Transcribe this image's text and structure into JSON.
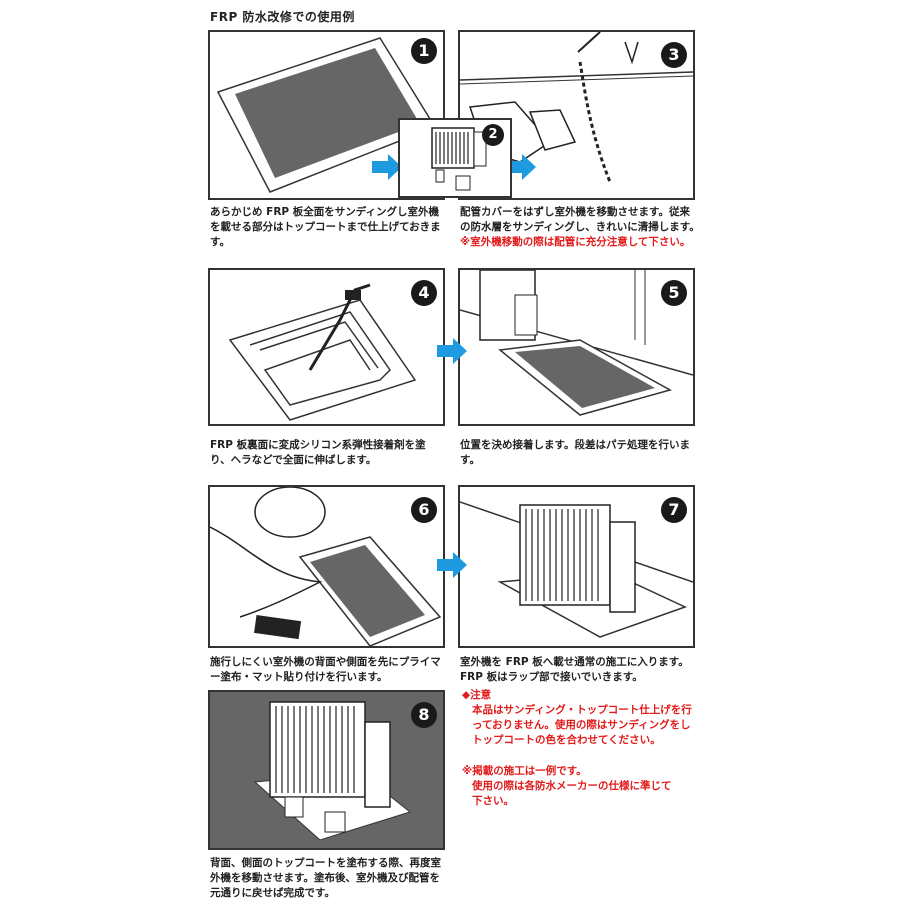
{
  "title": "FRP 防水改修での使用例",
  "steps": [
    {
      "num": "1",
      "text": "あらかじめ FRP 板全面をサンディングし室外機を載せる部分はトップコートまで仕上げておきます。"
    },
    {
      "num": "2",
      "text": ""
    },
    {
      "num": "3",
      "text": "配管カバーをはずし室外機を移動させます。従来の防水層をサンディングし、きれいに清掃します。",
      "warning": "※室外機移動の際は配管に充分注意して下さい。"
    },
    {
      "num": "4",
      "text": "FRP 板裏面に変成シリコン系弾性接着剤を塗り、ヘラなどで全面に伸ばします。"
    },
    {
      "num": "5",
      "text": "位置を決め接着します。段差はパテ処理を行います。"
    },
    {
      "num": "6",
      "text": "施行しにくい室外機の背面や側面を先にプライマー塗布・マット貼り付けを行います。"
    },
    {
      "num": "7",
      "text": "室外機を FRP 板へ載せ通常の施工に入ります。FRP 板はラップ部で接いでいきます。"
    },
    {
      "num": "8",
      "text": "背面、側面のトップコートを塗布する際、再度室外機を移動させます。塗布後、室外機及び配管を元通りに戻せば完成です。"
    }
  ],
  "notes": {
    "heading": "◆注意",
    "body": "本品はサンディング・トップコート仕上げを行っておりません。使用の際はサンディングをしトップコートの色を合わせてください。",
    "example": "※掲載の施工は一例です。",
    "example_body": "使用の際は各防水メーカーの仕様に準じて下さい。"
  },
  "colors": {
    "arrow": "#1e9be0",
    "warning": "#e21b1b",
    "panel_gray": "#666666"
  }
}
